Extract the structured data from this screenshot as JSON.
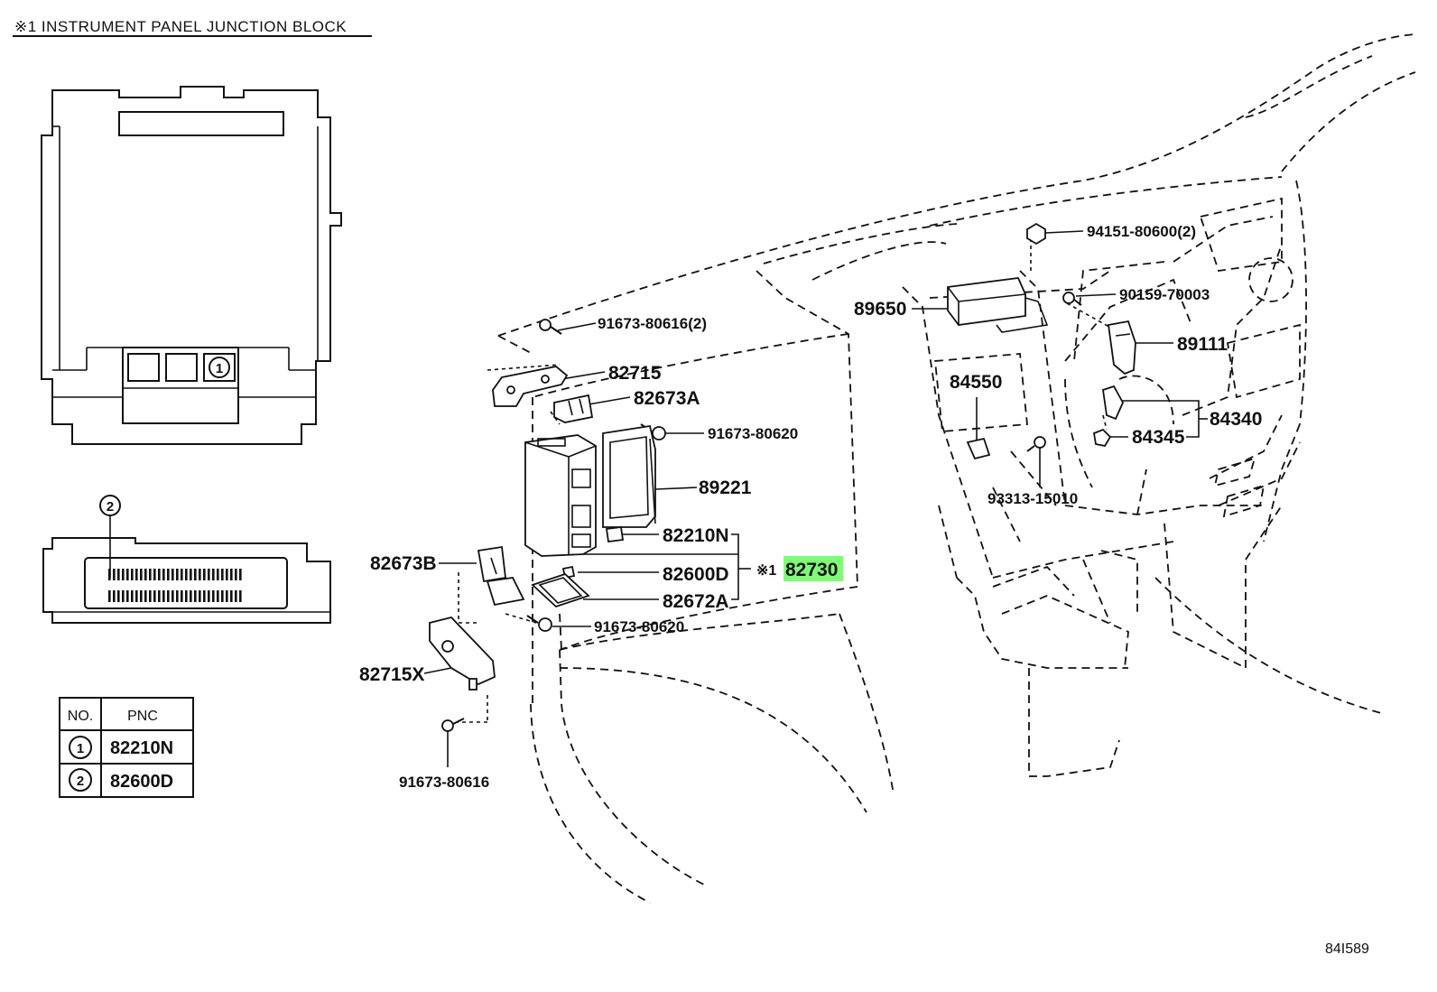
{
  "section_title": "※1  INSTRUMENT PANEL JUNCTION BLOCK",
  "detail_markers": {
    "m1": "1",
    "m2": "2"
  },
  "table": {
    "headers": [
      "NO.",
      "PNC"
    ],
    "rows": [
      {
        "no": "1",
        "pnc": "82210N"
      },
      {
        "no": "2",
        "pnc": "82600D"
      }
    ]
  },
  "callouts": {
    "c_91673_80616_2": "91673-80616(2)",
    "c_82715": "82715",
    "c_82673A": "82673A",
    "c_91673_80620_a": "91673-80620",
    "c_89221": "89221",
    "c_82210N": "82210N",
    "c_82600D": "82600D",
    "c_82672A": "82672A",
    "c_82673B": "82673B",
    "c_91673_80620_b": "91673-80620",
    "c_82715X": "82715X",
    "c_91673_80616": "91673-80616",
    "c_assy_mark": "※1",
    "c_82730": "82730",
    "c_94151_80600_2": "94151-80600(2)",
    "c_89650": "89650",
    "c_90159_70003": "90159-70003",
    "c_89111": "89111",
    "c_84550": "84550",
    "c_84340": "84340",
    "c_84345": "84345",
    "c_93313_15010": "93313-15010"
  },
  "highlight_color": "#7dff73",
  "illustration_ref": "84I589"
}
